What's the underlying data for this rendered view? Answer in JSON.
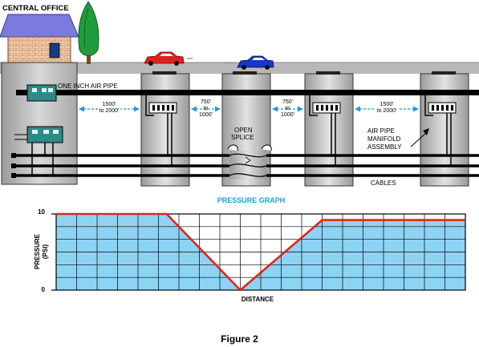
{
  "labels": {
    "central_office": "CENTRAL OFFICE",
    "air_pipe": "ONE INCH AIR PIPE",
    "open_splice": [
      "OPEN",
      "SPLICE"
    ],
    "manifold": [
      "AIR PIPE",
      "MANIFOLD",
      "ASSEMBLY"
    ],
    "cables": "CABLES",
    "graph_title": "PRESSURE GRAPH",
    "y_axis": [
      "PRESSURE",
      "(PSI)"
    ],
    "x_axis": "DISTANCE",
    "figure": "Figure 2"
  },
  "spacings": [
    [
      "1500'",
      "to 2000'"
    ],
    [
      "750'",
      "to",
      "1000'"
    ],
    [
      "750'",
      "to",
      "1000'"
    ],
    [
      "1500'",
      "to 2000'"
    ]
  ],
  "chart_data": {
    "type": "area",
    "title": "PRESSURE GRAPH",
    "xlabel": "DISTANCE",
    "ylabel": "PRESSURE (PSI)",
    "ylim": [
      0,
      10
    ],
    "yticks": [
      "0",
      "10"
    ],
    "grid": true,
    "series": [
      {
        "x": [
          0,
          0.27,
          0.45,
          0.65,
          1.0
        ],
        "values": [
          10,
          10,
          0,
          9.2,
          9.2
        ]
      }
    ]
  },
  "colors": {
    "fill": "#8fd3f4",
    "line": "#e0241a",
    "accent": "#1e9cd7",
    "manhole": "#cccccc",
    "car_red": "#e02020",
    "car_blue": "#1538c8",
    "tree": "#1f9a3c"
  }
}
